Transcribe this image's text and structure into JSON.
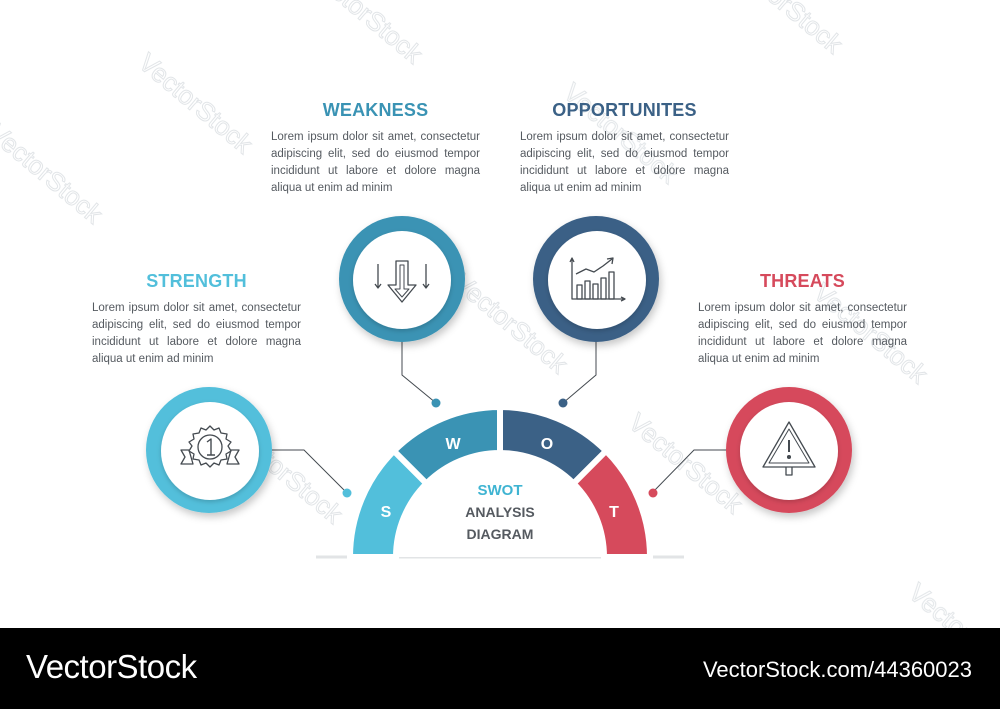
{
  "diagram": {
    "center": {
      "title": "SWOT",
      "line2": "ANALYSIS",
      "line3": "DIAGRAM",
      "title_color": "#3fb4d2",
      "text_color": "#555a60"
    },
    "segments": [
      {
        "letter": "S",
        "color": "#52bfdb"
      },
      {
        "letter": "W",
        "color": "#3a93b4"
      },
      {
        "letter": "O",
        "color": "#3b6186"
      },
      {
        "letter": "T",
        "color": "#d64a5c"
      }
    ],
    "blocks": [
      {
        "key": "strength",
        "title": "STRENGTH",
        "color": "#52bfdb",
        "icon": "medal-icon",
        "text": "Lorem ipsum dolor sit amet, consectetur adipiscing elit, sed do eiusmod tempor incididunt ut labore et dolore magna aliqua ut enim ad minim"
      },
      {
        "key": "weakness",
        "title": "WEAKNESS",
        "color": "#3a93b4",
        "icon": "arrow-down-icon",
        "text": "Lorem ipsum dolor sit amet, consectetur adipiscing elit, sed do eiusmod tempor incididunt ut labore et dolore magna aliqua ut enim ad minim"
      },
      {
        "key": "opportunities",
        "title": "OPPORTUNITES",
        "color": "#3b6186",
        "icon": "growth-chart-icon",
        "text": "Lorem ipsum dolor sit amet, consectetur adipiscing elit, sed do eiusmod tempor incididunt ut labore et dolore magna aliqua ut enim ad minim"
      },
      {
        "key": "threats",
        "title": "THREATS",
        "color": "#d64a5c",
        "icon": "warning-icon",
        "text": "Lorem ipsum dolor sit amet, consectetur adipiscing elit, sed do eiusmod tempor incididunt ut labore et dolore magna aliqua ut enim ad minim"
      }
    ]
  },
  "watermark": {
    "text": "VectorStock",
    "color": "#dfe3e6"
  },
  "footer": {
    "brand": "VectorStock",
    "stock_id": "VectorStock.com/44360023"
  }
}
